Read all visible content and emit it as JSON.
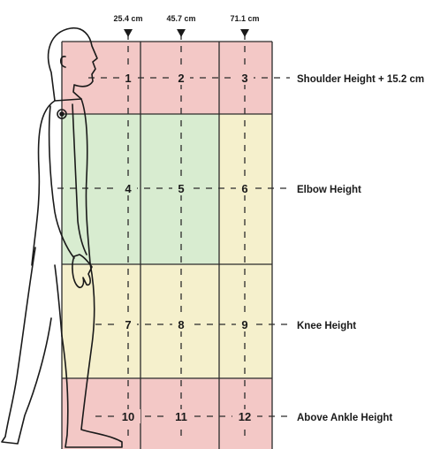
{
  "columns": [
    {
      "label": "25.4 cm"
    },
    {
      "label": "45.7 cm"
    },
    {
      "label": "71.1 cm"
    }
  ],
  "rows": [
    {
      "label": "Shoulder Height + 15.2 cm",
      "zone_colors": [
        "#f3c8c6",
        "#f3c8c6",
        "#f3c8c6"
      ]
    },
    {
      "label": "Elbow Height",
      "zone_colors": [
        "#d8ecd0",
        "#d8ecd0",
        "#f5f0cc"
      ]
    },
    {
      "label": "Knee Height",
      "zone_colors": [
        "#f5f0cc",
        "#f5f0cc",
        "#f5f0cc"
      ]
    },
    {
      "label": "Above Ankle Height",
      "zone_colors": [
        "#f3c8c6",
        "#f3c8c6",
        "#f3c8c6"
      ]
    }
  ],
  "zones": [
    "1",
    "2",
    "3",
    "4",
    "5",
    "6",
    "7",
    "8",
    "9",
    "10",
    "11",
    "12"
  ],
  "colors": {
    "red_zone": "#f3c8c6",
    "green_zone": "#d8ecd0",
    "yellow_zone": "#f5f0cc",
    "grid_line": "#2b2b2b",
    "outline": "#1a1a1a"
  }
}
